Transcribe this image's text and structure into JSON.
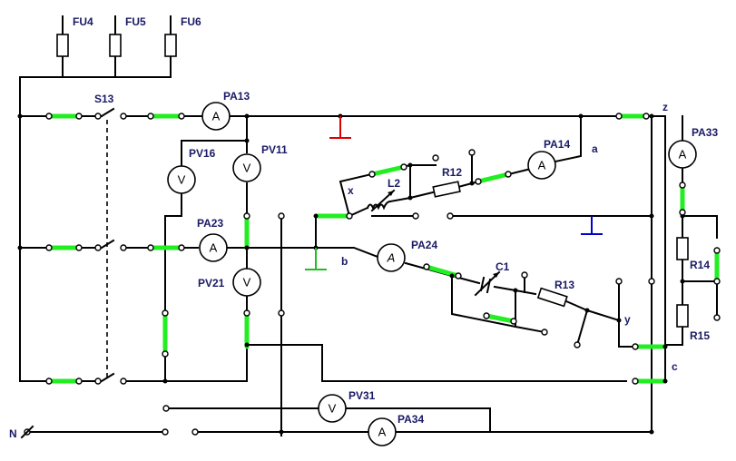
{
  "labels": {
    "fu4": "FU4",
    "fu5": "FU5",
    "fu6": "FU6",
    "s13": "S13",
    "pa13": "PA13",
    "pa14": "PA14",
    "pa23": "PA23",
    "pa24": "PA24",
    "pa33": "PA33",
    "pa34": "PA34",
    "pv11": "PV11",
    "pv16": "PV16",
    "pv21": "PV21",
    "pv31": "PV31",
    "r12": "R12",
    "r13": "R13",
    "r14": "R14",
    "r15": "R15",
    "l2": "L2",
    "c1": "C1",
    "node_a": "a",
    "node_b": "b",
    "node_c": "c",
    "node_x": "x",
    "node_y": "y",
    "node_z": "z",
    "node_n": "N"
  },
  "symbols": {
    "ammeter": "A",
    "voltmeter": "V"
  },
  "colors": {
    "wire": "#000000",
    "jumper": "#22ee22",
    "ground_red": "#dd0000",
    "ground_blue": "#0000cc",
    "ground_green": "#22bb22",
    "label": "#1a1a66"
  }
}
